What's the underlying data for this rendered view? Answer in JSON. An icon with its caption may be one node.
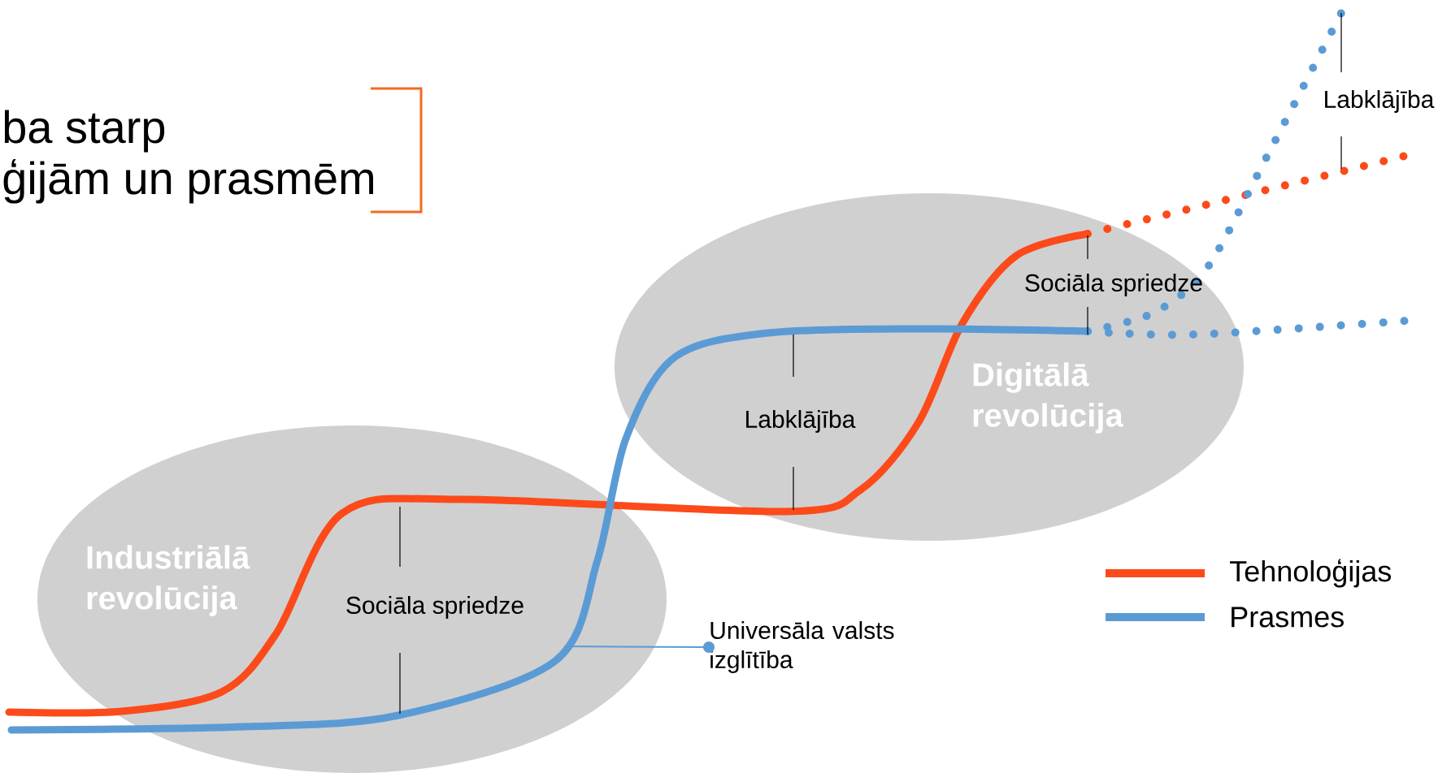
{
  "diagram": {
    "nodes": [
      {
        "text": [
          "Industriālā revolūcija"
        ]
      },
      {
        "text": [
          "Digitālā revolūcija"
        ]
      },
      {
        "text": [
          "Universāla valsts izglītība"
        ]
      }
    ],
    "edges": [
      {
        "from": 2,
        "to": 0,
        "arrow": "other"
      }
    ],
    "labels": [
      "ba starp",
      "ģijām un prasmēm",
      "Sociāla spriedze",
      "Labklājība",
      "Sociāla spriedze",
      "Labklājība"
    ],
    "legend": [
      {
        "text": "Tehnoloģijas"
      },
      {
        "text": "Prasmes"
      }
    ]
  }
}
